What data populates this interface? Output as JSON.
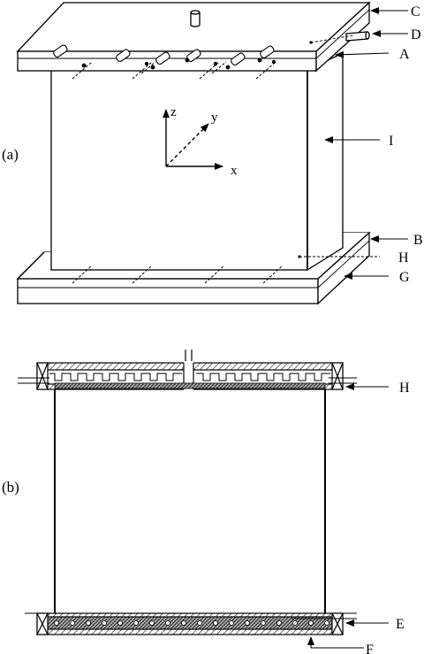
{
  "panels": {
    "a": "(a)",
    "b": "(b)"
  },
  "labels": {
    "A": "A",
    "B": "B",
    "C": "C",
    "D": "D",
    "E": "E",
    "F": "F",
    "G": "G",
    "H_a": "H",
    "H_b": "H",
    "I": "I"
  },
  "axes": {
    "x": "x",
    "y": "y",
    "z": "z"
  },
  "colors": {
    "stroke": "#000000",
    "fill": "#ffffff",
    "hatch": "#444444"
  }
}
